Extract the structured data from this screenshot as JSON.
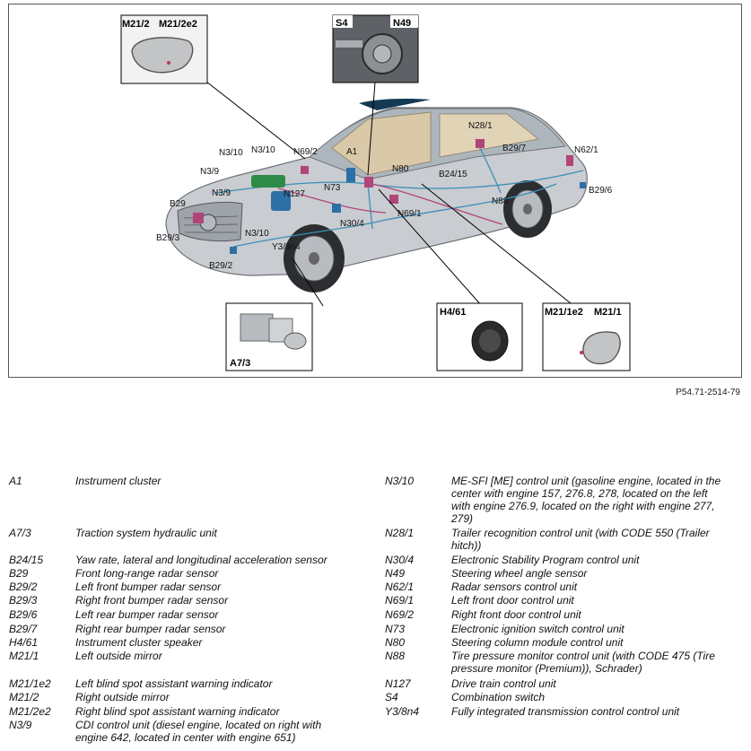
{
  "figure": {
    "code": "P54.71-2514-79",
    "callouts": [
      "N28/1",
      "B29/7",
      "N62/1",
      "B29/6",
      "N3/10",
      "N3/10",
      "N69/2",
      "A1",
      "N80",
      "B24/15",
      "N3/9",
      "N3/9",
      "N127",
      "N73",
      "N88",
      "B29",
      "N30/4",
      "N69/1",
      "B29/3",
      "N3/10",
      "Y3/8n4",
      "B29/2"
    ],
    "insets": {
      "top_left": [
        "M21/2",
        "M21/2e2"
      ],
      "top_center": [
        "S4",
        "N49"
      ],
      "bottom_left": [
        "A7/3"
      ],
      "bottom_center": [
        "H4/61"
      ],
      "bottom_right": [
        "M21/1e2",
        "M21/1"
      ]
    }
  },
  "legend": {
    "left": [
      {
        "code": "A1",
        "desc": "Instrument cluster"
      },
      {
        "code": "A7/3",
        "desc": "Traction system hydraulic unit"
      },
      {
        "code": "B24/15",
        "desc": "Yaw rate, lateral and longitudinal acceleration sensor"
      },
      {
        "code": "B29",
        "desc": "Front long-range radar sensor"
      },
      {
        "code": "B29/2",
        "desc": "Left front bumper radar sensor"
      },
      {
        "code": "B29/3",
        "desc": "Right front bumper radar sensor"
      },
      {
        "code": "B29/6",
        "desc": "Left rear bumper radar sensor"
      },
      {
        "code": "B29/7",
        "desc": "Right rear bumper radar sensor"
      },
      {
        "code": "H4/61",
        "desc": "Instrument cluster speaker"
      },
      {
        "code": "M21/1",
        "desc": "Left outside mirror"
      },
      {
        "code": "M21/1e2",
        "desc": "Left blind spot assistant warning indicator"
      },
      {
        "code": "M21/2",
        "desc": "Right outside mirror"
      },
      {
        "code": "M21/2e2",
        "desc": "Right blind spot assistant warning indicator"
      },
      {
        "code": "N3/9",
        "desc": "CDI control unit (diesel engine, located on right with engine 642, located in center with engine 651)"
      }
    ],
    "right": [
      {
        "code": "N3/10",
        "desc": "ME-SFI [ME] control unit (gasoline engine, located in the center with engine 157, 276.8, 278, located on the left with engine 276.9, located on the right with engine 277, 279)"
      },
      {
        "code": "N28/1",
        "desc": "Trailer recognition control unit (with CODE 550 (Trailer hitch))"
      },
      {
        "code": "N30/4",
        "desc": "Electronic Stability Program control unit"
      },
      {
        "code": "N49",
        "desc": "Steering wheel angle sensor"
      },
      {
        "code": "N62/1",
        "desc": "Radar sensors control unit"
      },
      {
        "code": "N69/1",
        "desc": "Left front door control unit"
      },
      {
        "code": "N69/2",
        "desc": "Right front door control unit"
      },
      {
        "code": "N73",
        "desc": "Electronic ignition switch control unit"
      },
      {
        "code": "N80",
        "desc": "Steering column module control unit"
      },
      {
        "code": "N88",
        "desc": "Tire pressure monitor control unit (with CODE 475 (Tire pressure monitor (Premium)), Schrader)"
      },
      {
        "code": "N127",
        "desc": "Drive train control unit"
      },
      {
        "code": "S4",
        "desc": "Combination switch"
      },
      {
        "code": "Y3/8n4",
        "desc": "Fully integrated transmission control control unit"
      }
    ]
  }
}
